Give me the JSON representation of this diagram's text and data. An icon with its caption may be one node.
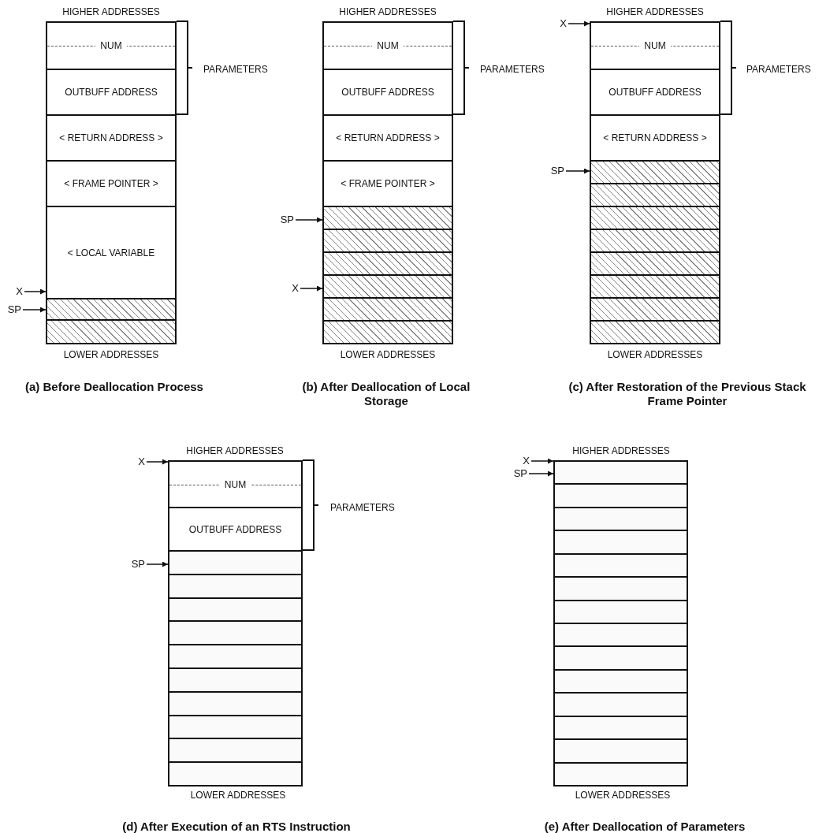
{
  "diagram": {
    "nodes": [
      {
        "text": [
          "X"
        ]
      },
      {
        "text": [
          "SP"
        ]
      },
      {
        "text": [
          "NUM"
        ]
      },
      {
        "text": [
          "OUTBUFF ADDRESS"
        ]
      },
      {
        "text": [
          "< RETURN ADDRESS >"
        ]
      },
      {
        "text": [
          "< FRAME POINTER >"
        ]
      },
      {
        "text": [
          "< LOCAL VARIABLE"
        ]
      },
      {
        "text": [],
        "shape": "box"
      },
      {
        "text": [],
        "shape": "box"
      },
      {
        "text": [
          "SP"
        ]
      },
      {
        "text": [
          "X"
        ]
      },
      {
        "text": [
          "NUM"
        ]
      },
      {
        "text": [
          "OUTBUFF ADDRESS"
        ]
      },
      {
        "text": [
          "< RETURN ADDRESS >"
        ]
      },
      {
        "text": [
          "< FRAME POINTER >"
        ]
      },
      {
        "text": [],
        "shape": "box"
      },
      {
        "text": [],
        "shape": "box"
      },
      {
        "text": [],
        "shape": "box"
      },
      {
        "text": [],
        "shape": "box"
      },
      {
        "text": [],
        "shape": "box"
      },
      {
        "text": [],
        "shape": "box"
      },
      {
        "text": [
          "X"
        ]
      },
      {
        "text": [
          "SP"
        ]
      },
      {
        "text": [
          "NUM"
        ]
      },
      {
        "text": [
          "OUTBUFF ADDRESS"
        ]
      },
      {
        "text": [
          "< RETURN ADDRESS >"
        ]
      },
      {
        "text": [],
        "shape": "box"
      },
      {
        "text": [],
        "shape": "box"
      },
      {
        "text": [],
        "shape": "box"
      },
      {
        "text": [],
        "shape": "box"
      },
      {
        "text": [],
        "shape": "box"
      },
      {
        "text": [],
        "shape": "box"
      },
      {
        "text": [],
        "shape": "box"
      },
      {
        "text": [],
        "shape": "box"
      },
      {
        "text": [
          "X"
        ]
      },
      {
        "text": [
          "SP"
        ]
      },
      {
        "text": [
          "NUM"
        ]
      },
      {
        "text": [
          "OUTBUFF ADDRESS"
        ]
      },
      {
        "text": [],
        "shape": "box"
      },
      {
        "text": [],
        "shape": "box"
      },
      {
        "text": [],
        "shape": "box"
      },
      {
        "text": [],
        "shape": "box"
      },
      {
        "text": [],
        "shape": "box"
      },
      {
        "text": [],
        "shape": "box"
      },
      {
        "text": [],
        "shape": "box"
      },
      {
        "text": [],
        "shape": "box"
      },
      {
        "text": [],
        "shape": "box"
      },
      {
        "text": [],
        "shape": "box"
      },
      {
        "text": [
          "X"
        ]
      },
      {
        "text": [
          "SP"
        ]
      },
      {
        "text": [],
        "shape": "box"
      },
      {
        "text": [],
        "shape": "box"
      },
      {
        "text": [],
        "shape": "box"
      },
      {
        "text": [],
        "shape": "box"
      },
      {
        "text": [],
        "shape": "box"
      },
      {
        "text": [],
        "shape": "box"
      },
      {
        "text": [],
        "shape": "box"
      },
      {
        "text": [],
        "shape": "box"
      },
      {
        "text": [],
        "shape": "box"
      },
      {
        "text": [],
        "shape": "box"
      },
      {
        "text": [],
        "shape": "box"
      },
      {
        "text": [],
        "shape": "box"
      },
      {
        "text": [],
        "shape": "box"
      },
      {
        "text": [],
        "shape": "box"
      }
    ],
    "edges": [
      {
        "from": 0,
        "to": 6,
        "arrow": "to"
      },
      {
        "from": 1,
        "to": 7,
        "arrow": "to"
      },
      {
        "from": 9,
        "to": 15,
        "arrow": "to"
      },
      {
        "from": 10,
        "to": 18,
        "arrow": "to"
      },
      {
        "from": 21,
        "to": 23,
        "arrow": "to"
      },
      {
        "from": 22,
        "to": 26,
        "arrow": "to"
      },
      {
        "from": 34,
        "to": 36,
        "arrow": "to"
      },
      {
        "from": 35,
        "to": 38,
        "arrow": "to"
      },
      {
        "from": 48,
        "to": 50,
        "arrow": "to"
      },
      {
        "from": 49,
        "to": 50,
        "arrow": "to"
      }
    ],
    "labels": [
      "HIGHER ADDRESSES",
      "PARAMETERS",
      "LOWER ADDRESSES",
      "(a) Before Deallocation Process",
      "HIGHER ADDRESSES",
      "PARAMETERS",
      "LOWER ADDRESSES",
      "(b) After Deallocation of Local Storage",
      "HIGHER ADDRESSES",
      "PARAMETERS",
      "LOWER ADDRESSES",
      "(c) After Restoration of the Previous Stack Frame Pointer",
      "HIGHER ADDRESSES",
      "PARAMETERS",
      "LOWER ADDRESSES",
      "(d) After Execution of an RTS Instruction",
      "HIGHER ADDRESSES",
      "LOWER ADDRESSES",
      "(e) After Deallocation of Parameters"
    ]
  }
}
